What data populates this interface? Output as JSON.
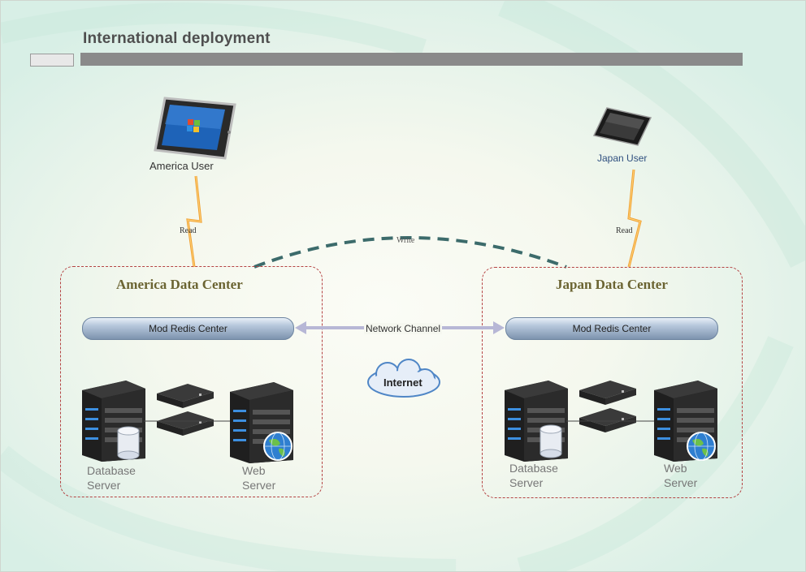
{
  "title": "International deployment",
  "users": {
    "america": "America User",
    "japan": "Japan User"
  },
  "links": {
    "read_left": "Read",
    "read_right": "Read",
    "write": "Write",
    "network_channel": "Network Channel",
    "internet": "Internet"
  },
  "america_dc": {
    "title": "America Data Center",
    "redis": "Mod Redis Center",
    "db_server": [
      "Database",
      "Server"
    ],
    "web_server": [
      "Web",
      "Server"
    ]
  },
  "japan_dc": {
    "title": "Japan Data Center",
    "redis": "Mod Redis Center",
    "db_server": [
      "Database",
      "Server"
    ],
    "web_server": [
      "Web",
      "Server"
    ]
  },
  "colors": {
    "dashed_border": "#b54343",
    "dc_title": "#6b6432",
    "japan_user_text": "#2f4f7f",
    "write_arc": "#3c6b6b",
    "lightning": "#f0a030"
  }
}
